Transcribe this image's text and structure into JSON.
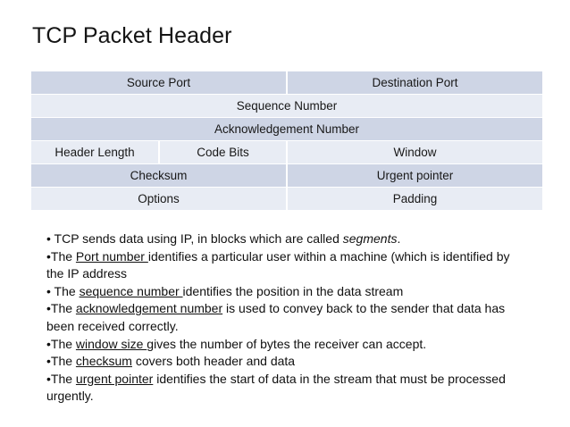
{
  "slide": {
    "title": "TCP Packet Header",
    "colors": {
      "row_dark": "#ced5e5",
      "row_light": "#e8ecf4",
      "text": "#101010",
      "background": "#ffffff"
    }
  },
  "packet_table": {
    "rows": [
      {
        "shade": "dark",
        "cells": [
          {
            "label": "Source Port",
            "span": 2
          },
          {
            "label": "Destination Port",
            "span": 2
          }
        ]
      },
      {
        "shade": "light",
        "cells": [
          {
            "label": "Sequence Number",
            "span": 4
          }
        ]
      },
      {
        "shade": "dark",
        "cells": [
          {
            "label": "Acknowledgement Number",
            "span": 4
          }
        ]
      },
      {
        "shade": "light",
        "cells": [
          {
            "label": "Header Length",
            "span": 1
          },
          {
            "label": "Code Bits",
            "span": 1
          },
          {
            "label": "Window",
            "span": 2
          }
        ]
      },
      {
        "shade": "dark",
        "cells": [
          {
            "label": "Checksum",
            "span": 2
          },
          {
            "label": "Urgent pointer",
            "span": 2
          }
        ]
      },
      {
        "shade": "light",
        "cells": [
          {
            "label": "Options",
            "span": 2
          },
          {
            "label": "Padding",
            "span": 2
          }
        ]
      }
    ]
  },
  "body": {
    "bullets": [
      {
        "id": "bullet-segments",
        "parts": [
          {
            "t": "• TCP sends data using IP, in blocks which are called "
          },
          {
            "t": "segments",
            "style": "italic"
          },
          {
            "t": "."
          }
        ]
      },
      {
        "id": "bullet-port-number",
        "parts": [
          {
            "t": "•The "
          },
          {
            "t": "Port number ",
            "style": "underline"
          },
          {
            "t": "identifies a particular user within a machine (which is identified by the IP address"
          }
        ]
      },
      {
        "id": "bullet-sequence-number",
        "parts": [
          {
            "t": "• The "
          },
          {
            "t": "sequence number ",
            "style": "underline"
          },
          {
            "t": "identifies the position in the data stream"
          }
        ]
      },
      {
        "id": "bullet-acknowledgement-number",
        "parts": [
          {
            "t": "•The "
          },
          {
            "t": "acknowledgement number",
            "style": "underline"
          },
          {
            "t": " is used to convey back to the sender that data has been received correctly."
          }
        ]
      },
      {
        "id": "bullet-window-size",
        "parts": [
          {
            "t": "•The "
          },
          {
            "t": "window size ",
            "style": "underline"
          },
          {
            "t": "gives the number of bytes the receiver can accept."
          }
        ]
      },
      {
        "id": "bullet-checksum",
        "parts": [
          {
            "t": "•The "
          },
          {
            "t": "checksum",
            "style": "underline"
          },
          {
            "t": " covers both header and data"
          }
        ]
      },
      {
        "id": "bullet-urgent-pointer",
        "parts": [
          {
            "t": "•The "
          },
          {
            "t": "urgent pointer",
            "style": "underline"
          },
          {
            "t": " identifies the start of data in the stream that must be processed urgently."
          }
        ]
      }
    ]
  }
}
